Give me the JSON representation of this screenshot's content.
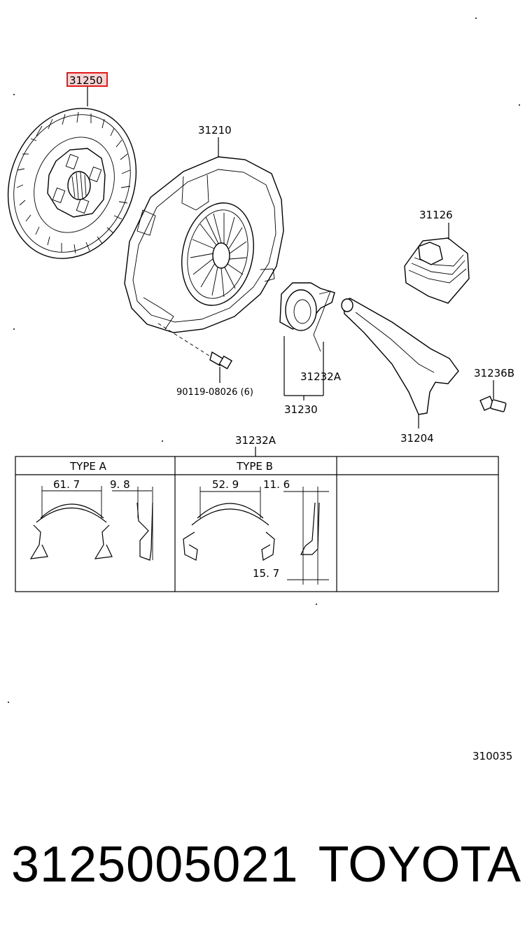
{
  "diagram": {
    "callouts": {
      "clutch_disc": "31250",
      "cover": "31210",
      "boot": "31126",
      "bolt": "90119-08026 (6)",
      "clip_a": "31232A",
      "bearing_assy": "31230",
      "fork": "31204",
      "ball_stud": "31236B",
      "clip_table_title": "31232A"
    },
    "clip_table": {
      "type_a_header": "TYPE A",
      "type_b_header": "TYPE B",
      "type_a_dims": {
        "width": "61. 7",
        "depth": "9. 8"
      },
      "type_b_dims": {
        "width": "52. 9",
        "depth": "11. 6",
        "height": "15. 7"
      }
    },
    "figure_number": "310035",
    "highlighted_part": "31250",
    "highlight_color": "#e01b1b"
  },
  "footer": {
    "part_number": "3125005021",
    "brand": "TOYOTA"
  }
}
